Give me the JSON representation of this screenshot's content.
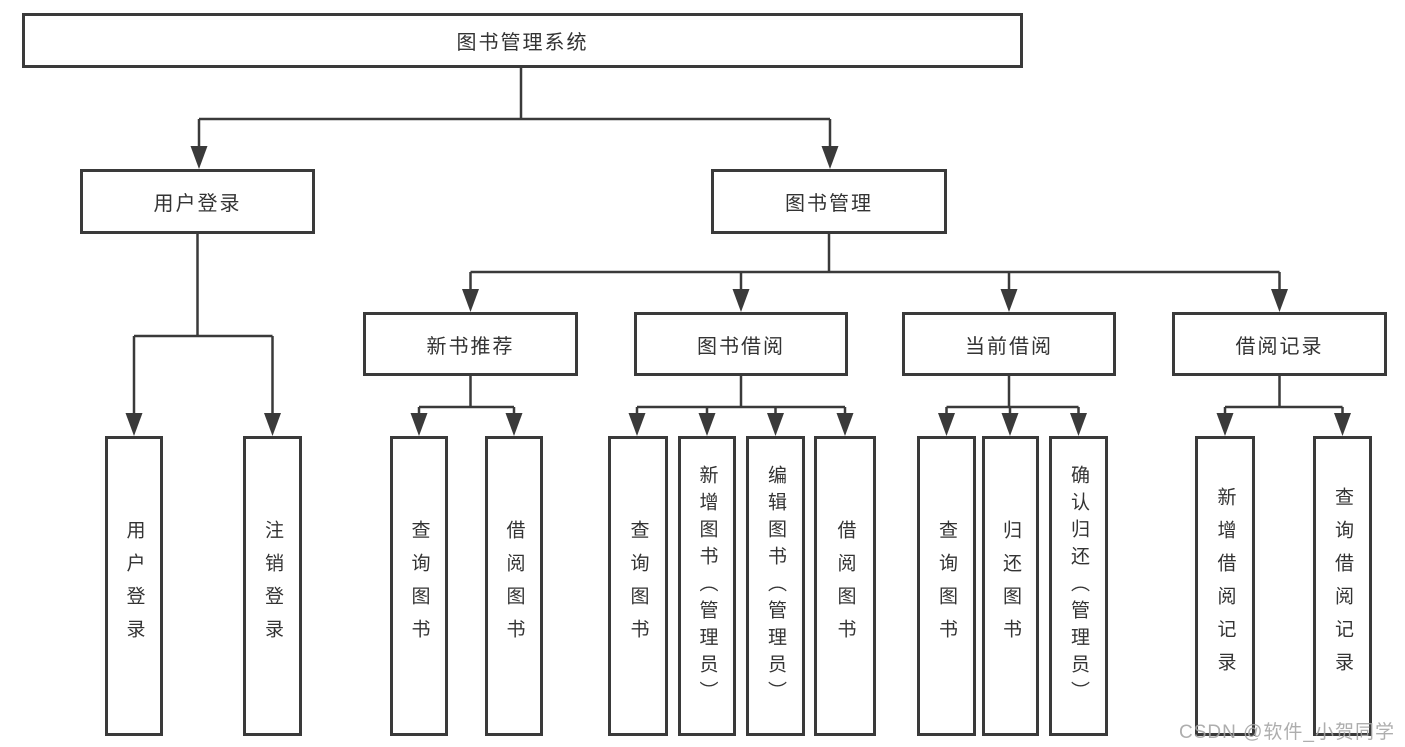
{
  "diagram": {
    "watermark": "CSDN @软件_小贺同学",
    "colors": {
      "line": "#3a3a3a",
      "text": "#333333",
      "box_bg": "#ffffff",
      "watermark": "#a5a5a5"
    },
    "tree": {
      "label": "图书管理系统",
      "children": [
        {
          "label": "用户登录",
          "children": [
            {
              "label": "用户登录"
            },
            {
              "label": "注销登录"
            }
          ]
        },
        {
          "label": "图书管理",
          "children": [
            {
              "label": "新书推荐",
              "children": [
                {
                  "label": "查询图书"
                },
                {
                  "label": "借阅图书"
                }
              ]
            },
            {
              "label": "图书借阅",
              "children": [
                {
                  "label": "查询图书"
                },
                {
                  "label": "新增图书（管理员）"
                },
                {
                  "label": "编辑图书（管理员）"
                },
                {
                  "label": "借阅图书"
                }
              ]
            },
            {
              "label": "当前借阅",
              "children": [
                {
                  "label": "查询图书"
                },
                {
                  "label": "归还图书"
                },
                {
                  "label": "确认归还（管理员）"
                }
              ]
            },
            {
              "label": "借阅记录",
              "children": [
                {
                  "label": "新增借阅记录"
                },
                {
                  "label": "查询借阅记录"
                }
              ]
            }
          ]
        }
      ]
    }
  }
}
